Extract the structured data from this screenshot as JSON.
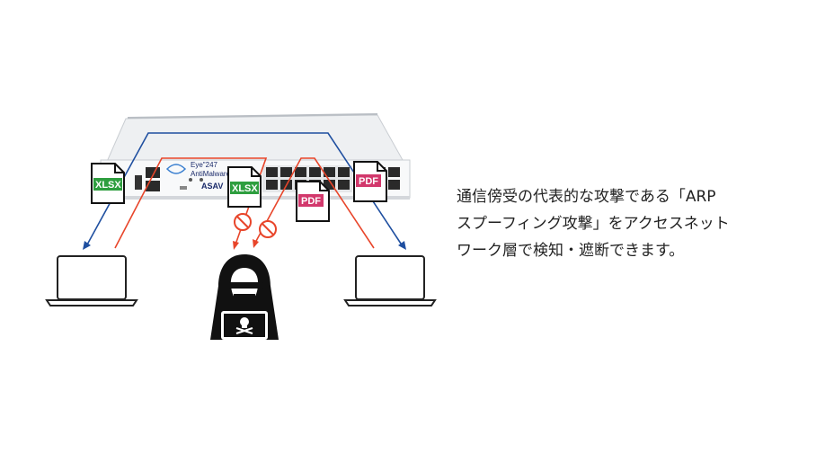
{
  "device": {
    "brand": "Eye\"247",
    "product": "AntiMalware",
    "model": "ASAV"
  },
  "documents": {
    "xlsx_label": "XLSX",
    "pdf_label": "PDF"
  },
  "description": {
    "line1": "通信傍受の代表的な攻撃である「ARP",
    "line2": "スプーフィング攻撃」をアクセスネット",
    "line3": "ワーク層で検知・遮断できます。"
  },
  "colors": {
    "legit_flow": "#1f4fa0",
    "attack_flow": "#e8452a",
    "xlsx": "#2e9e3f",
    "pdf": "#d2386c",
    "blocked": "#e8452a"
  },
  "icons": [
    "laptop-icon",
    "hacker-icon",
    "skull-icon",
    "no-entry-icon",
    "file-icon"
  ]
}
